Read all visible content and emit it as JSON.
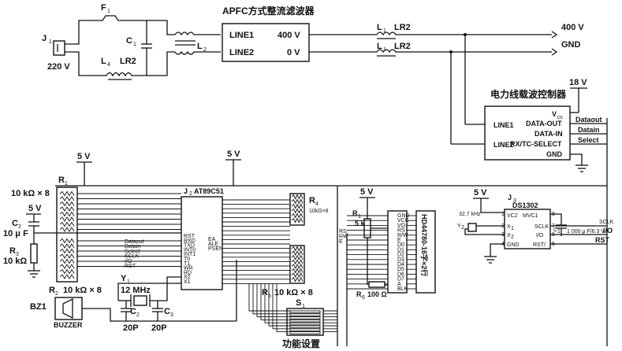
{
  "top": {
    "j1": "J",
    "j1_sub": "1",
    "ac_voltage": "220 V",
    "fuse": "F",
    "fuse_sub": "1",
    "cap": "C",
    "cap_sub": "1",
    "l2": "L",
    "l2_sub": "2",
    "l4": "L",
    "l4_sub": "4",
    "lr2": "LR2"
  },
  "apfc": {
    "title": "APFC方式整流滤波器",
    "line1": "LINE1",
    "line2": "LINE2",
    "out_hi": "400 V",
    "out_lo": "0 V"
  },
  "output": {
    "l1_top": "L",
    "l1_top_sub": "1",
    "lr2_top": "LR2",
    "l1_bot": "L",
    "l1_bot_sub": "1",
    "lr2_bot": "LR2",
    "v400": "400 V",
    "gnd": "GND"
  },
  "plc": {
    "title": "电力线载波控制器",
    "vcc": "V",
    "vcc_sub": "cc",
    "supply": "18 V",
    "line1": "LINE1",
    "line2": "LINE2",
    "data_out": "DATA-OUT",
    "data_in": "DATA-IN",
    "rx_tc": "RX/TC-SELECT",
    "gnd": "GND",
    "sig_dataout": "Dataout",
    "sig_datain": "Datain",
    "sig_select": "Select"
  },
  "mcu": {
    "ref": "J",
    "ref_sub": "2",
    "part": "AT89C51",
    "supply": "5 V",
    "pins_left": [
      "RST",
      "RXD",
      "TXD",
      "INT0",
      "INT1",
      "T0",
      "T1",
      "WR",
      "RD",
      "X2",
      "X1"
    ],
    "pins_right": [
      "EA",
      "ALE",
      "PSEN"
    ],
    "sig_labels": [
      "Dataout",
      "Datain",
      "Select",
      "SCLK",
      "I/O",
      "RST"
    ]
  },
  "left": {
    "r1": "R",
    "r1_sub": "1",
    "r1_value": "10 kΩ × 8",
    "c2": "C",
    "c2_sub": "2",
    "c2_value": "10 μ F",
    "supply": "5 V",
    "r3": "R",
    "r3_sub": "3",
    "r3_value": "10 kΩ",
    "r2": "R",
    "r2_sub": "2",
    "r2_value": "10 kΩ × 8",
    "buzzer_ref": "BZ1",
    "buzzer": "BUZZER"
  },
  "crystal": {
    "ref": "Y",
    "ref_sub": "1",
    "freq": "12 MHz",
    "c2": "C",
    "c2_sub": "2",
    "c3": "C",
    "c3_sub": "3",
    "c2_val": "20P",
    "c3_val": "20P"
  },
  "mid": {
    "r4": "R",
    "r4_sub": "4",
    "r4_value": "10kΩ×8",
    "r5": "R",
    "r5_sub": "5",
    "r5_value": "10 kΩ × 8",
    "s1": "S",
    "s1_sub": "1",
    "s1_label": "功能设置"
  },
  "lcd": {
    "supply": "5 V",
    "r1": "R",
    "r1_sub": "1",
    "r1_value": "5 kΩ",
    "r6": "R",
    "r6_sub": "6",
    "r6_value": "100 Ω",
    "part": "HD44780-16字×2行",
    "pins": [
      "GND",
      "VCC",
      "VO",
      "RS",
      "R/W",
      "E",
      "D0",
      "D1",
      "D2",
      "D3",
      "D4",
      "D5",
      "D6",
      "D7",
      "A",
      "BLK"
    ],
    "left_sigs": [
      "RS",
      "RW",
      "E"
    ]
  },
  "rtc": {
    "ref": "J",
    "ref_sub": "3",
    "part": "DS1302",
    "supply": "5 V",
    "vc2": "VC2",
    "mvc1": "MVC1",
    "x1": "X",
    "x1_sub": "1",
    "x2": "X",
    "x2_sub": "2",
    "gnd": "GND",
    "sclk": "SCLK",
    "io": "I/O",
    "rst": "RST/",
    "xtal_freq": "32.7 kHz",
    "xtal_ref": "Y",
    "xtal_sub": "2",
    "cap_ref": "C",
    "cap_sub": "1",
    "cap_value": "1 000 μ F/6.3 V",
    "pin_nums": [
      "1",
      "2",
      "3",
      "4",
      "8",
      "7",
      "6",
      "5"
    ],
    "out_sclk": "SCLK",
    "out_io": "I/O",
    "out_rst": "RST"
  }
}
